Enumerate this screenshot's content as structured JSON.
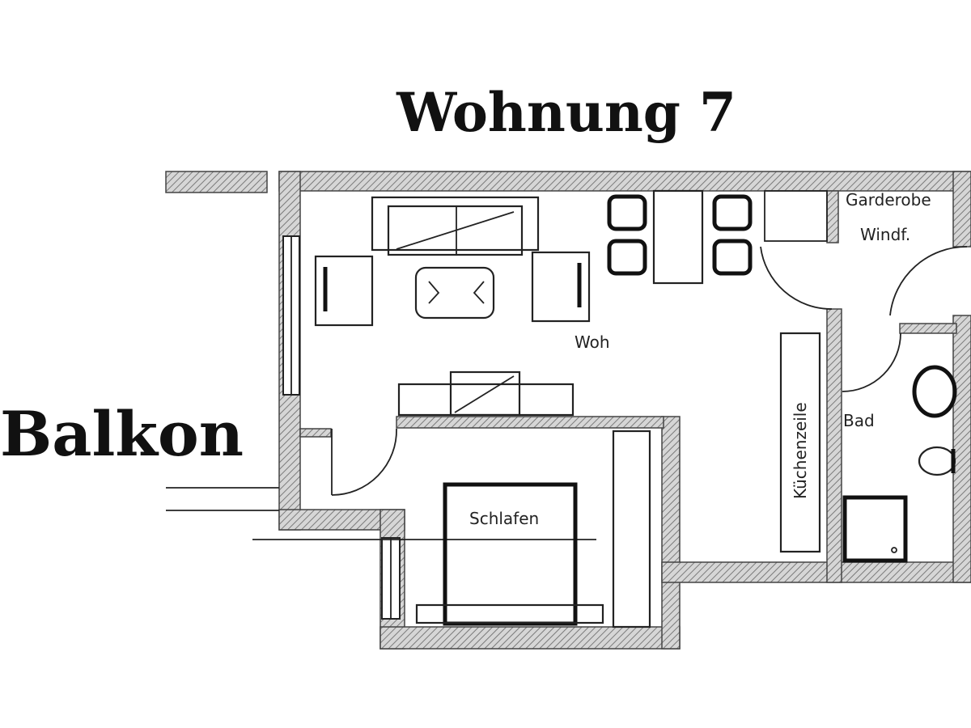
{
  "plan": {
    "title": "Wohnung 7",
    "outside_label": "Balkon",
    "rooms": {
      "living": "Woh",
      "bedroom": "Schlafen",
      "kitchen": "Küchenzeile",
      "bath": "Bad",
      "wardrobe": "Garderobe",
      "vestibule": "Windf."
    },
    "colors": {
      "ink": "#111111",
      "wall_hatch": "#9a9a9a"
    }
  }
}
